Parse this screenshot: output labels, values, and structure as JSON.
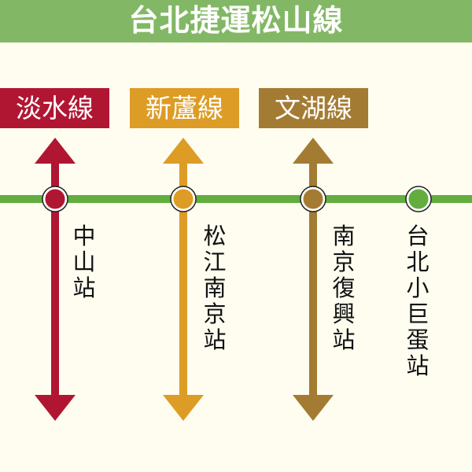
{
  "title": "台北捷運松山線",
  "colors": {
    "header": "#82b865",
    "main_line": "#62ad3e",
    "tamsui": "#b01632",
    "xinlu": "#dd9c25",
    "wenhu": "#a47b32",
    "songshan": "#62ad3e"
  },
  "transfer_lines": [
    {
      "label": "淡水線",
      "color": "#b01632"
    },
    {
      "label": "新蘆線",
      "color": "#dd9c25"
    },
    {
      "label": "文湖線",
      "color": "#a47b32"
    }
  ],
  "stations": [
    {
      "name": "中山站",
      "color": "#b01632"
    },
    {
      "name": "松江南京站",
      "color": "#dd9c25"
    },
    {
      "name": "南京復興站",
      "color": "#a47b32"
    },
    {
      "name": "台北小巨蛋站",
      "color": "#62ad3e"
    }
  ]
}
